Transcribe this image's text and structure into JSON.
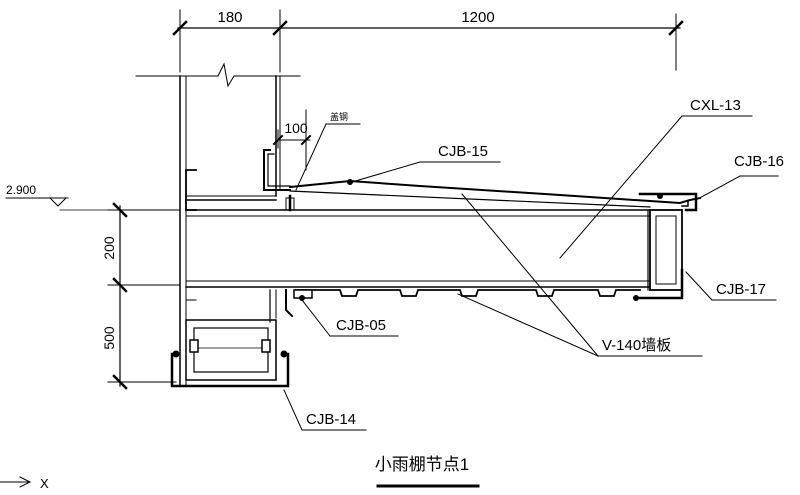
{
  "dimensions": {
    "top_left": "180",
    "top_right": "1200",
    "gap": "100",
    "side_upper": "200",
    "side_lower": "500"
  },
  "elevation": "2.900",
  "callouts": {
    "cxl13": "CXL-13",
    "cjb15": "CJB-15",
    "cjb16": "CJB-16",
    "cjb17": "CJB-17",
    "cjb05": "CJB-05",
    "cjb14": "CJB-14",
    "v140": "V-140墙板",
    "small_note": "盖钢"
  },
  "title": "小雨棚节点1",
  "axis": "X"
}
